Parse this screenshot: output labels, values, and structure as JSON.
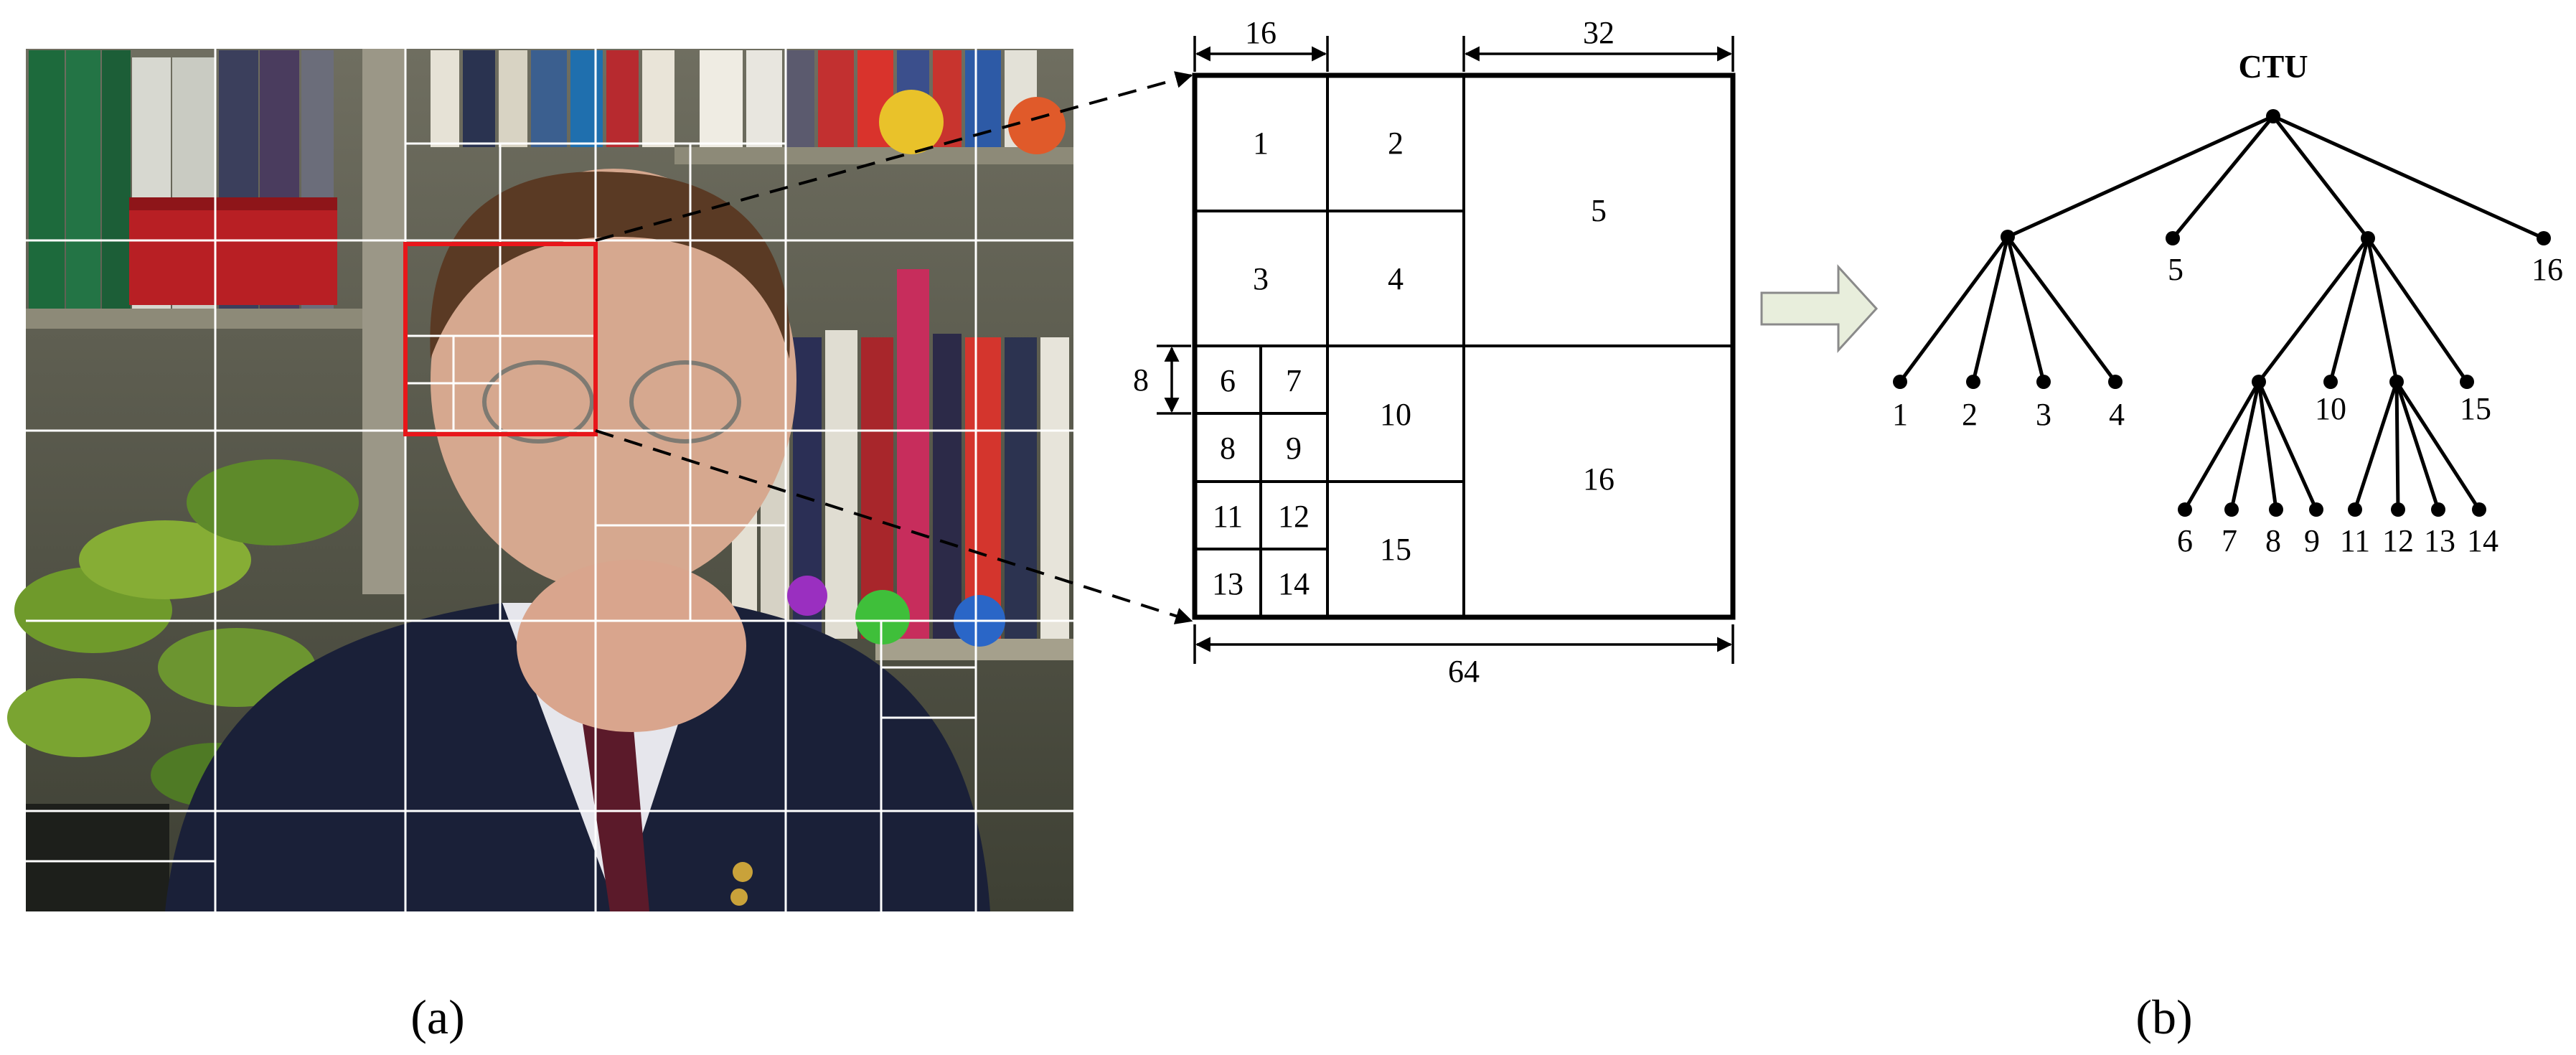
{
  "panel_a": {
    "caption": "(a)",
    "image_alt": "video frame of a person in front of a bookshelf with an overlaid CTU partition grid",
    "highlight_color": "#e8161a",
    "grid_color": "#ffffff"
  },
  "panel_b": {
    "caption": "(b)"
  },
  "block": {
    "dim_top_small": "16",
    "dim_top_large": "32",
    "dim_left": "8",
    "dim_bottom": "64",
    "cells": [
      "1",
      "2",
      "3",
      "4",
      "5",
      "6",
      "7",
      "8",
      "9",
      "10",
      "11",
      "12",
      "13",
      "14",
      "15",
      "16"
    ]
  },
  "arrow": {
    "fill": "#e8eedc",
    "stroke": "#8a8a8a"
  },
  "tree": {
    "root": "CTU",
    "leaves": [
      "1",
      "2",
      "3",
      "4",
      "5",
      "10",
      "15",
      "16",
      "6",
      "7",
      "8",
      "9",
      "11",
      "12",
      "13",
      "14"
    ]
  }
}
